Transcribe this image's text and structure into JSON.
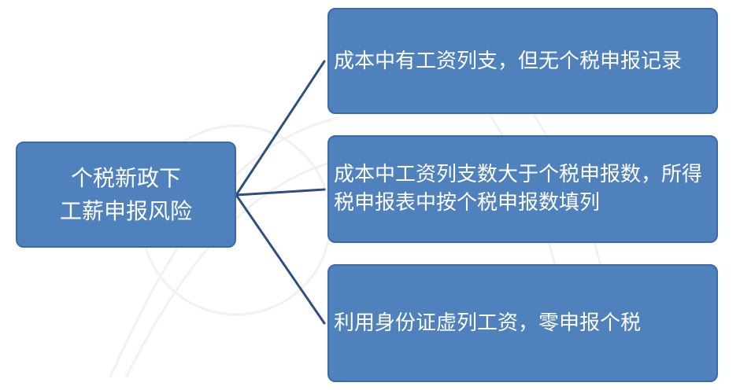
{
  "diagram": {
    "root": {
      "line1": "个税新政下",
      "line2": "工薪申报风险"
    },
    "branches": [
      {
        "text": "成本中有工资列支，但无个税申报记录"
      },
      {
        "text": "成本中工资列支数大于个税申报数，所得税申报表中按个税申报数填列"
      },
      {
        "text": "利用身份证虚列工资，零申报个税"
      }
    ],
    "colors": {
      "box_fill": "#4f81bd",
      "box_border": "#3a6ba8",
      "connector": "#2f4f7f",
      "text": "#ffffff"
    }
  }
}
